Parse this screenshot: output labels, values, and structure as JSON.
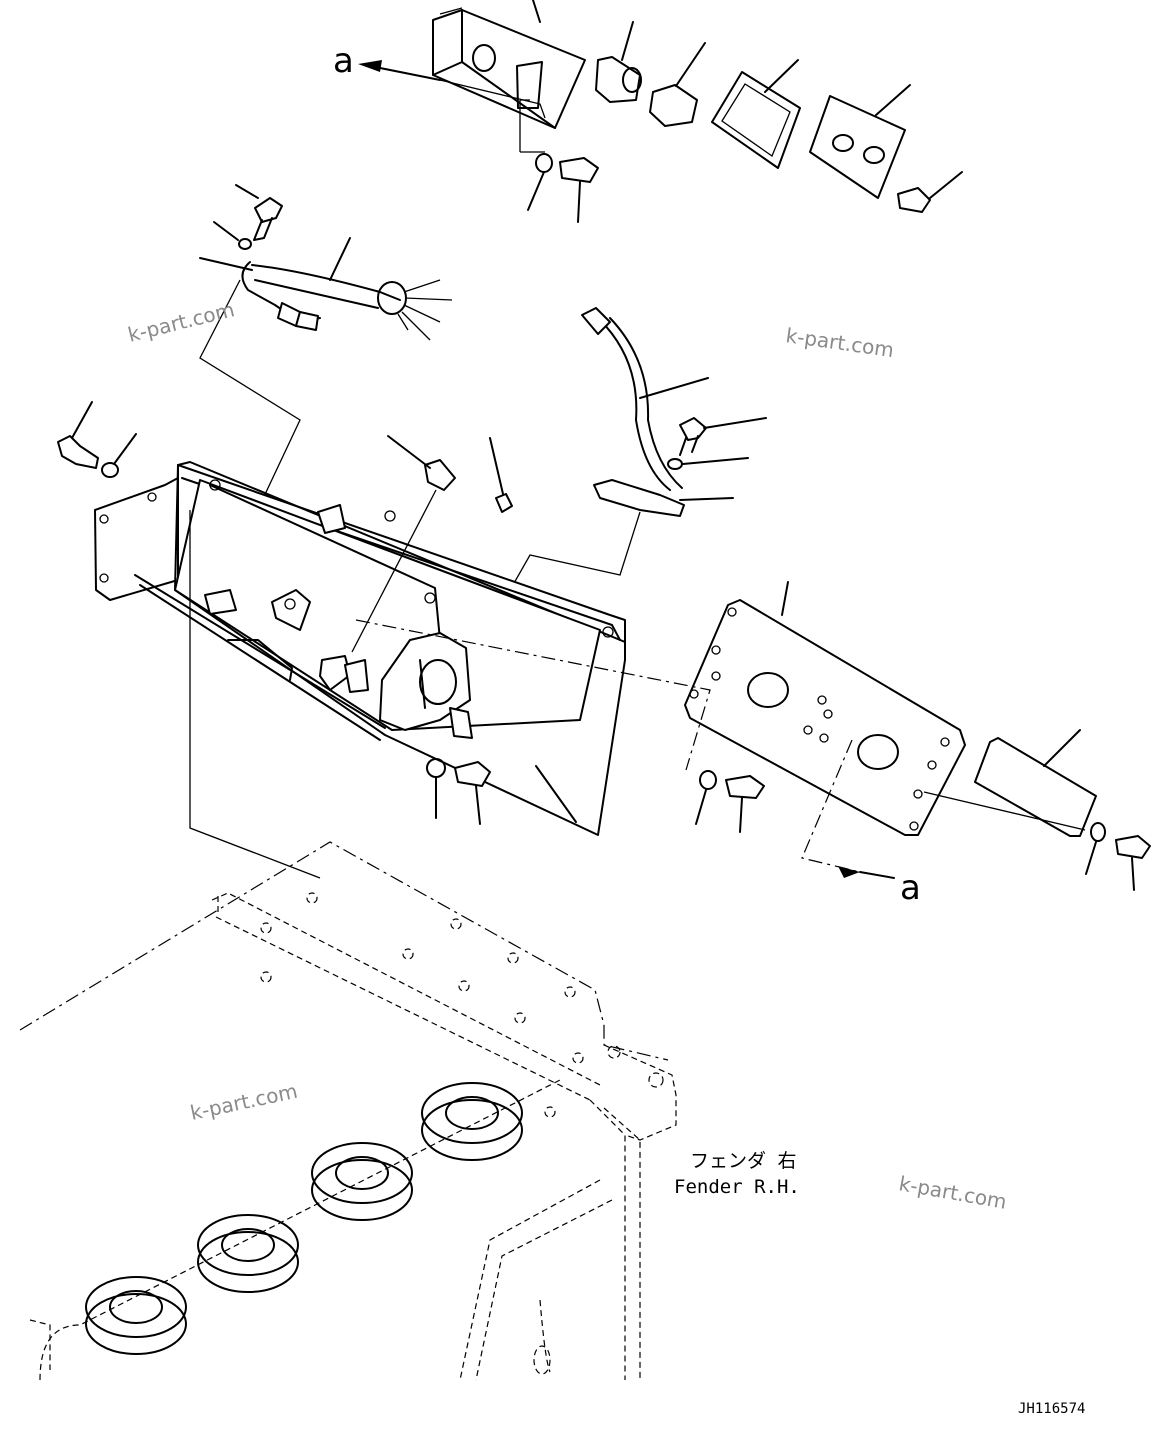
{
  "reference_letter_top": "a",
  "reference_letter_bottom": "a",
  "fender_label_jp": "フェンダ 右",
  "fender_label_en": "Fender R.H.",
  "watermarks": [
    "k-part.com",
    "k-part.com",
    "k-part.com",
    "k-part.com"
  ],
  "drawing_number": "JH116574"
}
